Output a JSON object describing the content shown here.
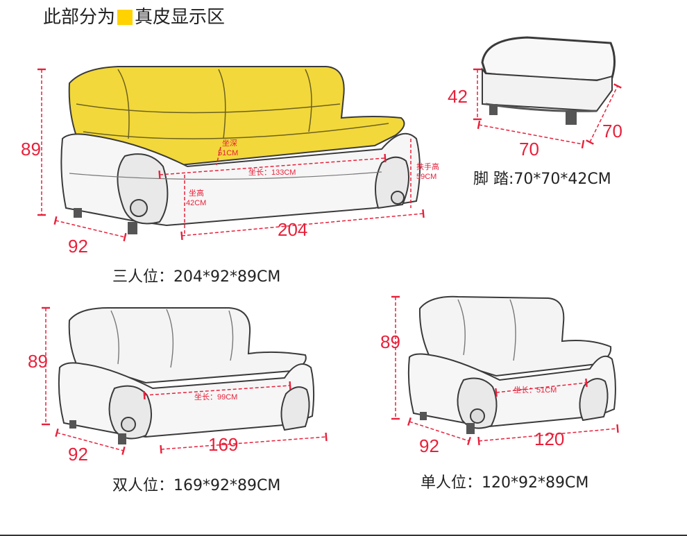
{
  "legend": {
    "prefix": "此部分为",
    "suffix": "真皮显示区",
    "swatch_color": "#ffd200"
  },
  "colors": {
    "dimension": "#e8203a",
    "outline": "#3a3a3a",
    "leather": "#f2d83a"
  },
  "three_seat": {
    "caption": "三人位：204*92*89CM",
    "height": "89",
    "depth": "92",
    "width": "204",
    "seat_depth_label": "坐深",
    "seat_depth_value": "51CM",
    "seat_length": "坐长：133CM",
    "seat_height_label": "坐高",
    "seat_height_value": "42CM",
    "armrest_label": "扶手高",
    "armrest_value": "59CM"
  },
  "footstool": {
    "caption": "脚 踏:70*70*42CM",
    "height": "42",
    "width": "70",
    "depth": "70"
  },
  "two_seat": {
    "caption": "双人位：169*92*89CM",
    "height": "89",
    "depth": "92",
    "width": "169",
    "seat_length": "坐长：99CM"
  },
  "one_seat": {
    "caption": "单人位：120*92*89CM",
    "height": "89",
    "depth": "92",
    "width": "120",
    "seat_length": "坐长：51CM"
  }
}
